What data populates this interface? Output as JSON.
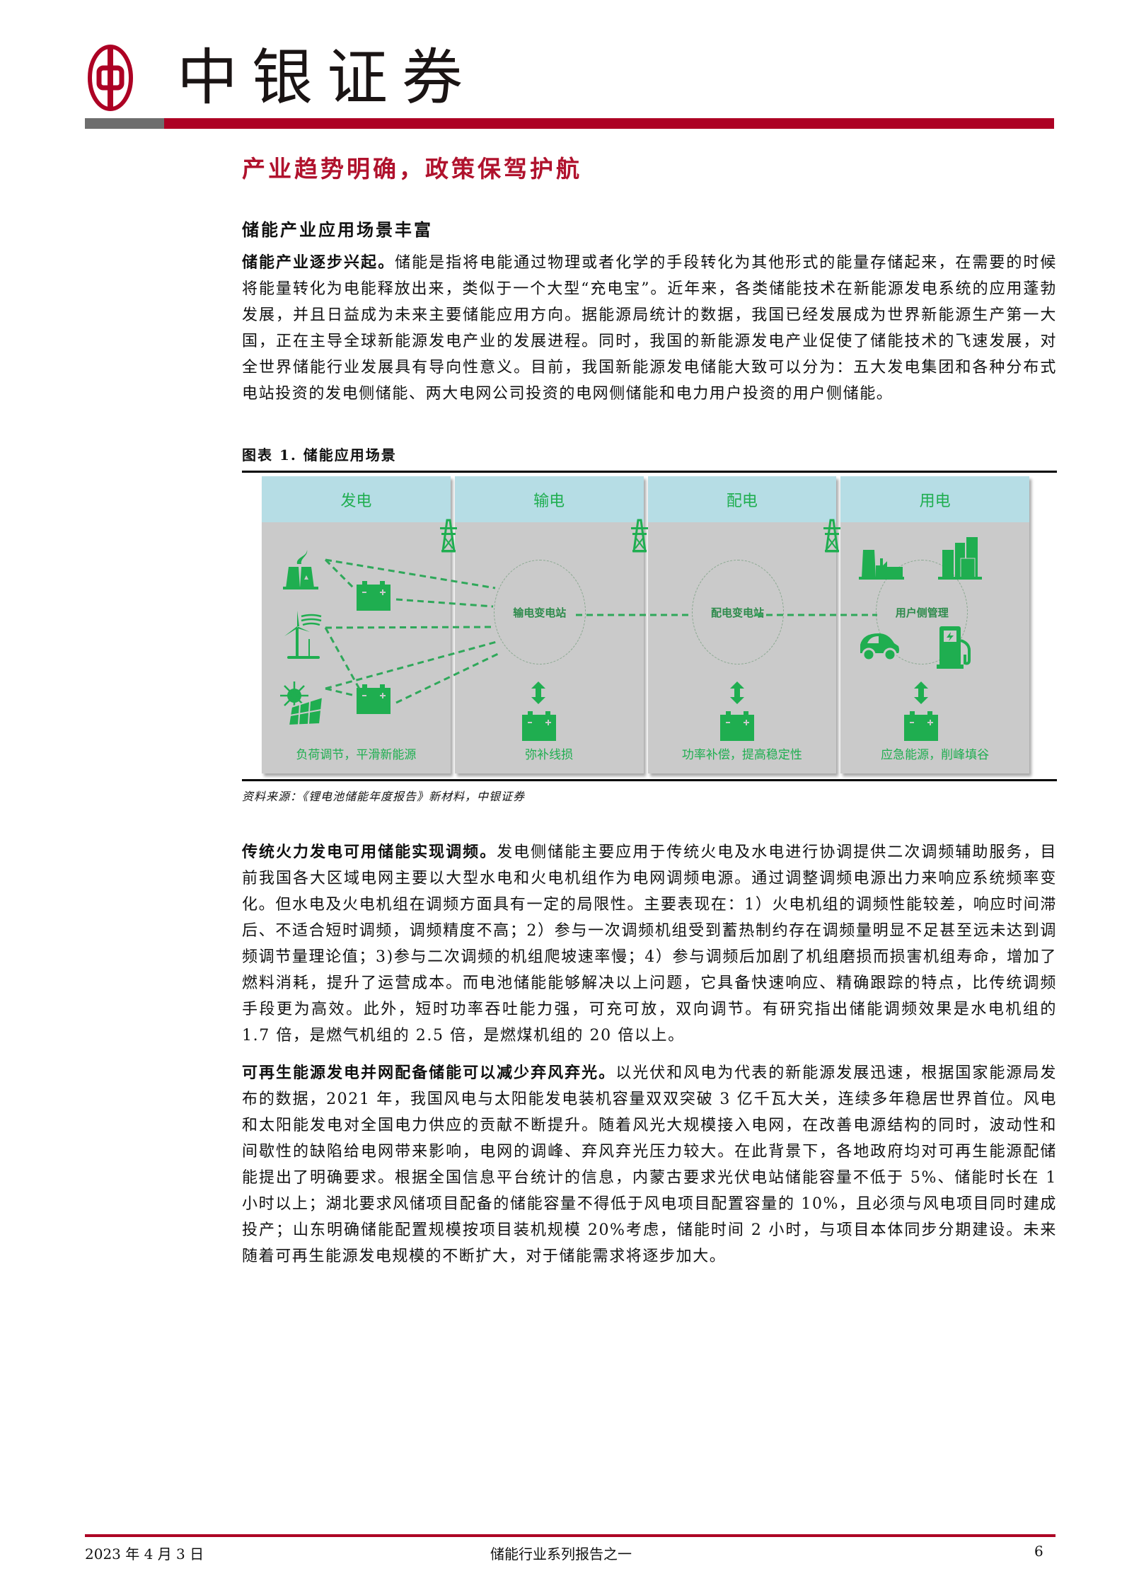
{
  "header": {
    "brand": "中银证券",
    "accent_red": "#ad0124",
    "bar_gray": "#6e6e6e"
  },
  "chapter_title": "产业趋势明确，政策保驾护航",
  "section_title": "储能产业应用场景丰富",
  "paragraphs": [
    {
      "lead": "储能产业逐步兴起。",
      "text": "储能是指将电能通过物理或者化学的手段转化为其他形式的能量存储起来，在需要的时候将能量转化为电能释放出来，类似于一个大型“充电宝”。近年来，各类储能技术在新能源发电系统的应用蓬勃发展，并且日益成为未来主要储能应用方向。据能源局统计的数据，我国已经发展成为世界新能源生产第一大国，正在主导全球新能源发电产业的发展进程。同时，我国的新能源发电产业促使了储能技术的飞速发展，对全世界储能行业发展具有导向性意义。目前，我国新能源发电储能大致可以分为：五大发电集团和各种分布式电站投资的发电侧储能、两大电网公司投资的电网侧储能和电力用户投资的用户侧储能。"
    },
    {
      "lead": "传统火力发电可用储能实现调频。",
      "text": "发电侧储能主要应用于传统火电及水电进行协调提供二次调频辅助服务，目前我国各大区域电网主要以大型水电和火电机组作为电网调频电源。通过调整调频电源出力来响应系统频率变化。但水电及火电机组在调频方面具有一定的局限性。主要表现在：1）火电机组的调频性能较差，响应时间滞后、不适合短时调频，调频精度不高；2）参与一次调频机组受到蓄热制约存在调频量明显不足甚至远未达到调频调节量理论值；3)参与二次调频的机组爬坡速率慢；4）参与调频后加剧了机组磨损而损害机组寿命，增加了燃料消耗，提升了运营成本。而电池储能能够解决以上问题，它具备快速响应、精确跟踪的特点，比传统调频手段更为高效。此外，短时功率吞吐能力强，可充可放，双向调节。有研究指出储能调频效果是水电机组的 1.7 倍，是燃气机组的 2.5 倍，是燃煤机组的 20 倍以上。"
    },
    {
      "lead": "可再生能源发电并网配备储能可以减少弃风弃光。",
      "text": "以光伏和风电为代表的新能源发展迅速，根据国家能源局发布的数据，2021 年，我国风电与太阳能发电装机容量双双突破 3 亿千瓦大关，连续多年稳居世界首位。风电和太阳能发电对全国电力供应的贡献不断提升。随着风光大规模接入电网，在改善电源结构的同时，波动性和间歇性的缺陷给电网带来影响，电网的调峰、弃风弃光压力较大。在此背景下，各地政府均对可再生能源配储能提出了明确要求。根据全国信息平台统计的信息，内蒙古要求光伏电站储能容量不低于 5%、储能时长在 1 小时以上；湖北要求风储项目配备的储能容量不得低于风电项目配置容量的 10%，且必须与风电项目同时建成投产；山东明确储能配置规模按项目装机规模 20%考虑，储能时间 2 小时，与项目本体同步分期建设。未来随着可再生能源发电规模的不断扩大，对于储能需求将逐步加大。"
    }
  ],
  "figure": {
    "title": "图表 1. 储能应用场景",
    "source": "资料来源：《锂电池储能年度报告》新材料，中银证券",
    "colors": {
      "header_bg": "#b6dde5",
      "panel_bg": "#cacaca",
      "green": "#1fae50"
    },
    "panels": [
      {
        "header": "发电",
        "footer": "负荷调节，平滑新能源",
        "icons": [
          "power-plant",
          "wind-turbine",
          "solar-panel",
          "battery",
          "battery"
        ]
      },
      {
        "header": "输电",
        "hub": "输电变电站",
        "footer": "弥补线损",
        "icons": [
          "transmission-tower",
          "up-down-arrow",
          "battery"
        ]
      },
      {
        "header": "配电",
        "hub": "配电变电站",
        "footer": "功率补偿，提高稳定性",
        "icons": [
          "transmission-tower",
          "up-down-arrow",
          "battery"
        ]
      },
      {
        "header": "用电",
        "hub": "用户侧管理",
        "footer": "应急能源，削峰填谷",
        "icons": [
          "transmission-tower",
          "factory",
          "city-buildings",
          "electric-car",
          "charging-station",
          "up-down-arrow",
          "battery"
        ]
      }
    ]
  },
  "footer": {
    "date": "2023 年 4 月 3 日",
    "report_title": "储能行业系列报告之一",
    "page_number": "6"
  }
}
